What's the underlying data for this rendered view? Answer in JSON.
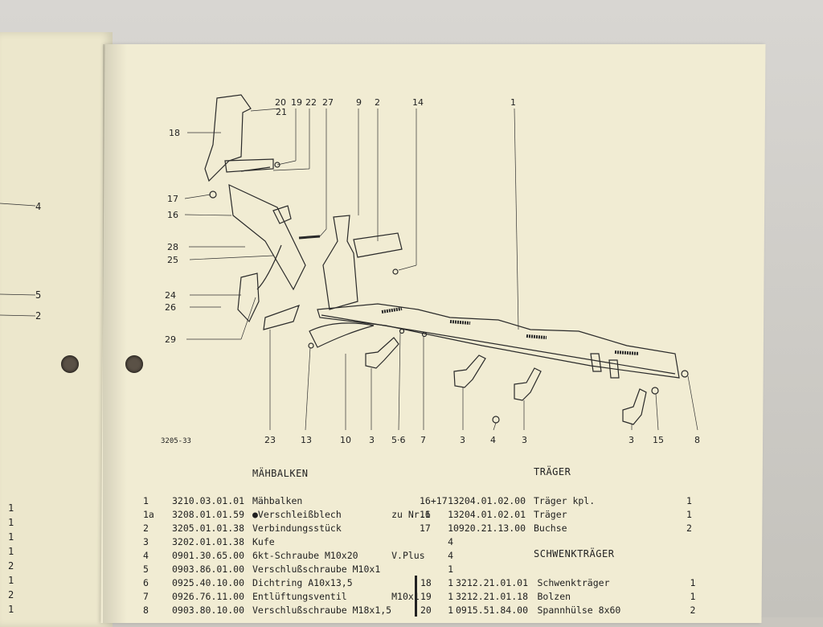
{
  "figure": {
    "code": "3205-33",
    "callouts": [
      "20",
      "19",
      "22",
      "27",
      "9",
      "2",
      "14",
      "1",
      "21",
      "18",
      "17",
      "16",
      "28",
      "25",
      "24",
      "26",
      "29",
      "23",
      "13",
      "10",
      "3",
      "5·6",
      "7",
      "3",
      "4",
      "3",
      "3",
      "15",
      "8"
    ]
  },
  "left_page": {
    "callouts": [
      "4",
      "5",
      "2"
    ],
    "quantities": [
      "1",
      "1",
      "1",
      "1",
      "2",
      "1",
      "2",
      "1"
    ]
  },
  "sections": {
    "mahbalken": "MÄHBALKEN",
    "trager": "TRÄGER",
    "schwenktrager": "SCHWENKTRÄGER"
  },
  "parts_left": [
    {
      "pos": "1",
      "number": "3210.03.01.01",
      "name": "Mähbalken",
      "note": "",
      "qty": "1"
    },
    {
      "pos": "1a",
      "number": "3208.01.01.59",
      "name": "●Verschleißblech",
      "note": "zu Nr.1",
      "qty": "1"
    },
    {
      "pos": "2",
      "number": "3205.01.01.38",
      "name": "Verbindungsstück",
      "note": "",
      "qty": "1"
    },
    {
      "pos": "3",
      "number": "3202.01.01.38",
      "name": "Kufe",
      "note": "",
      "qty": "4"
    },
    {
      "pos": "4",
      "number": "0901.30.65.00",
      "name": "6kt-Schraube M10x20",
      "note": "V.Plus",
      "qty": "4"
    },
    {
      "pos": "5",
      "number": "0903.86.01.00",
      "name": "Verschlußschraube M10x1",
      "note": "",
      "qty": "1"
    },
    {
      "pos": "6",
      "number": "0925.40.10.00",
      "name": "Dichtring A10x13,5",
      "note": "",
      "qty": "1"
    },
    {
      "pos": "7",
      "number": "0926.76.11.00",
      "name": "Entlüftungsventil",
      "note": "M10x1",
      "qty": "1"
    },
    {
      "pos": "8",
      "number": "0903.80.10.00",
      "name": "Verschlußschraube M18x1,5",
      "note": "",
      "qty": "1"
    }
  ],
  "parts_trager": [
    {
      "pos": "16+17",
      "number": "3204.01.02.00",
      "name": "Träger kpl.",
      "qty": "1"
    },
    {
      "pos": "16",
      "number": "3204.01.02.01",
      "name": "Träger",
      "qty": "1"
    },
    {
      "pos": "17",
      "number": "0920.21.13.00",
      "name": "Buchse",
      "qty": "2"
    }
  ],
  "parts_schwenk": [
    {
      "pos": "18",
      "number": "3212.21.01.01",
      "name": "Schwenkträger",
      "qty": "1"
    },
    {
      "pos": "19",
      "number": "3212.21.01.18",
      "name": "Bolzen",
      "qty": "1"
    },
    {
      "pos": "20",
      "number": "0915.51.84.00",
      "name": "Spannhülse 8x60",
      "qty": "2"
    }
  ]
}
